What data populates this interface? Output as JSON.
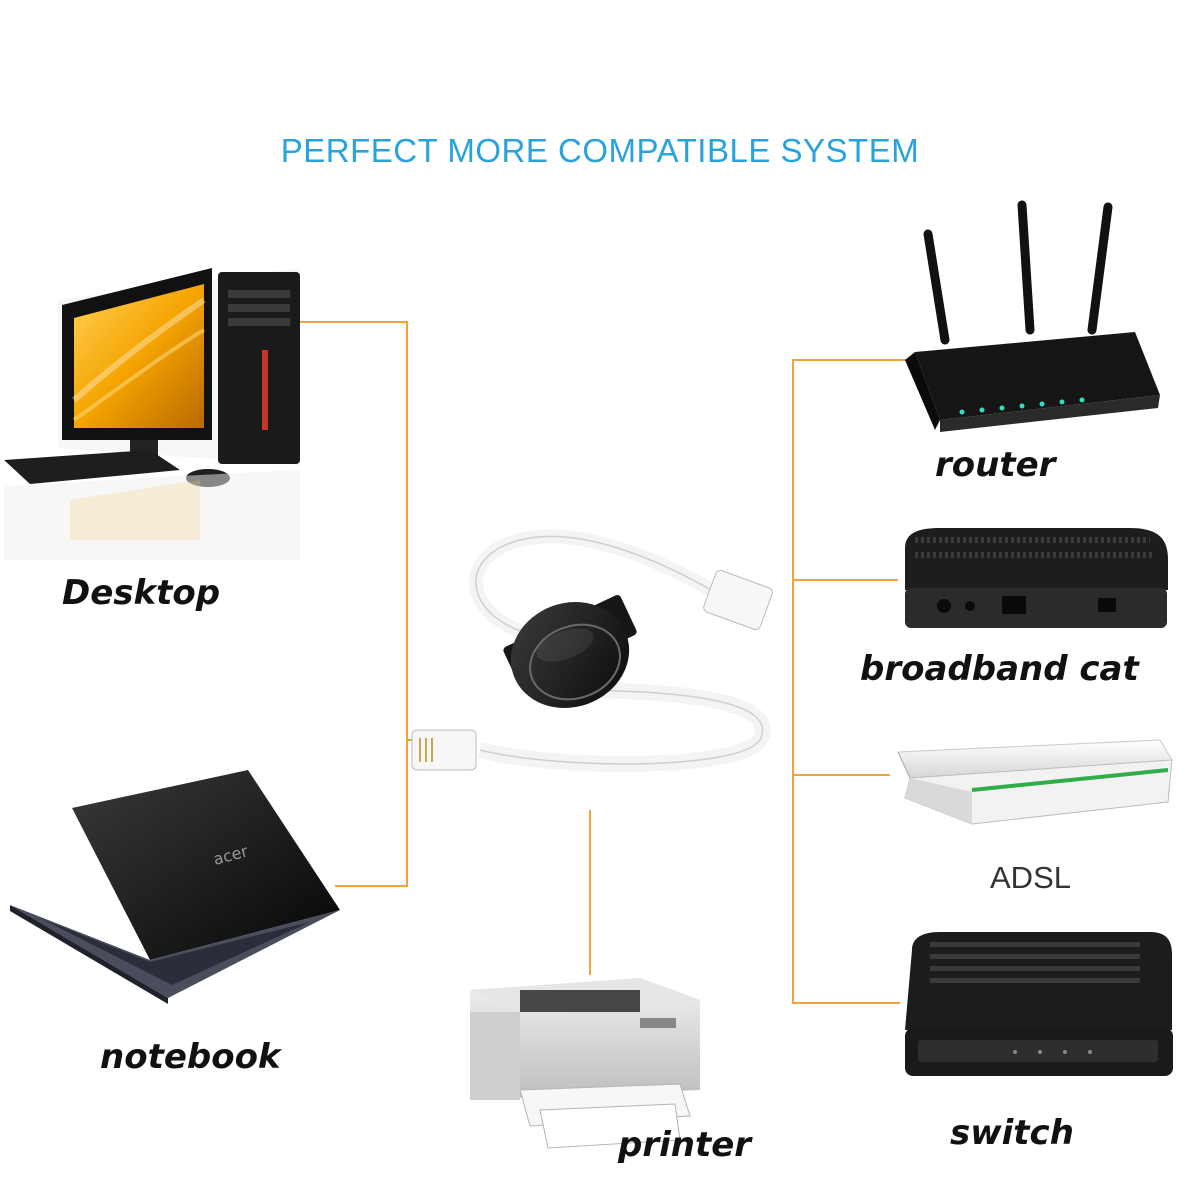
{
  "header": {
    "title": "PERFECT MORE COMPATIBLE SYSTEM"
  },
  "devices": {
    "desktop": "Desktop",
    "notebook": "notebook",
    "printer": "printer",
    "router": "router",
    "broadband": "broadband cat",
    "adsl": "ADSL",
    "switch": "switch"
  },
  "colors": {
    "title": "#29a3dc",
    "connector_line": "#f2a33a",
    "device_dark": "#1c1c1c",
    "screen_orange": "#f5a400",
    "cable_white": "#f4f4f4"
  },
  "icons": {
    "desktop": "desktop-computer-icon",
    "notebook": "laptop-icon",
    "printer": "laser-printer-icon",
    "router": "wifi-router-icon",
    "broadband": "modem-icon",
    "adsl": "adsl-modem-icon",
    "switch": "network-switch-icon",
    "center": "retractable-ethernet-cable-icon"
  }
}
